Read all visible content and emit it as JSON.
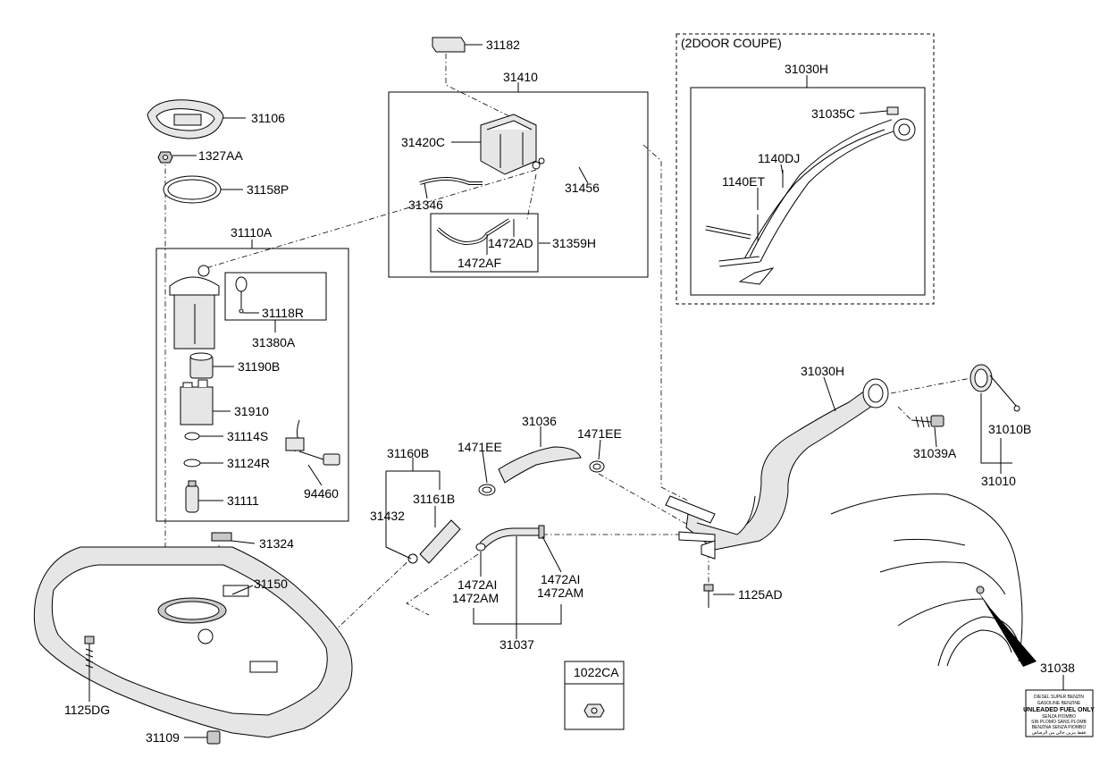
{
  "labels": {
    "p31182": "31182",
    "p31410": "31410",
    "p31420C": "31420C",
    "p31456": "31456",
    "p31346": "31346",
    "p1472AD": "1472AD",
    "p31359H": "31359H",
    "p1472AF": "1472AF",
    "coupe_title": "(2DOOR COUPE)",
    "p31030H_top": "31030H",
    "p31035C": "31035C",
    "p1140DJ": "1140DJ",
    "p1140ET": "1140ET",
    "p31106": "31106",
    "p1327AA": "1327AA",
    "p31158P": "31158P",
    "p31110A": "31110A",
    "p31118R": "31118R",
    "p31380A": "31380A",
    "p31190B": "31190B",
    "p31910": "31910",
    "p31114S": "31114S",
    "p31124R": "31124R",
    "p31111": "31111",
    "p94460": "94460",
    "p31324": "31324",
    "p31150": "31150",
    "p1125DG": "1125DG",
    "p31109": "31109",
    "p31160B": "31160B",
    "p31161B": "31161B",
    "p31432": "31432",
    "p1471EE_left": "1471EE",
    "p31036": "31036",
    "p1471EE_right": "1471EE",
    "p1472AI_left": "1472AI",
    "p1472AM_left": "1472AM",
    "p1472AI_right": "1472AI",
    "p1472AM_right": "1472AM",
    "p31037": "31037",
    "p1022CA": "1022CA",
    "p31030H_main": "31030H",
    "p31039A": "31039A",
    "p31010B": "31010B",
    "p31010": "31010",
    "p1125AD": "1125AD",
    "p31038": "31038"
  },
  "fuel_label": {
    "line1": "DIESEL SUPER BENZIN",
    "line2": "GASOLINE BENZINE",
    "line3": "UNLEADED FUEL ONLY",
    "line4": "SENZA PIOMBO",
    "line5": "SIN PLOMO SANS PLOMB",
    "line6": "BENZINA SENZA PIOMBO",
    "line7": "فقط بنزين خالي من الرصاص"
  }
}
